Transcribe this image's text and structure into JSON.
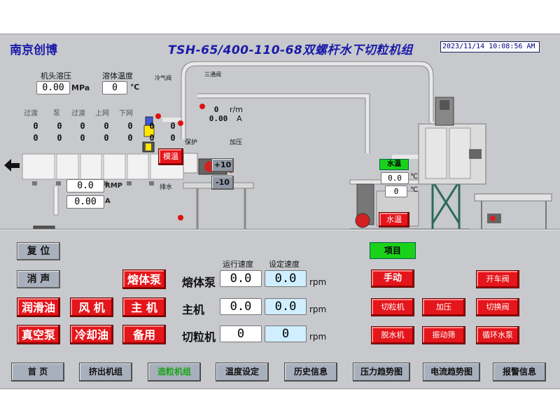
{
  "header": {
    "brand": "南京创博",
    "title": "TSH-65/400-110-68双螺杆水下切粒机组",
    "datetime": "2023/11/14 10:08:56 AM"
  },
  "top_readings": {
    "head_pressure_label": "机头溶压",
    "head_pressure_value": "0.00",
    "head_pressure_unit": "MPa",
    "melt_temp_label": "溶体温度",
    "melt_temp_value": "0",
    "melt_temp_unit": "℃"
  },
  "zones": {
    "headers": [
      "过渡",
      "泵",
      "过渡",
      "上网",
      "下网"
    ],
    "row1": [
      "0",
      "0",
      "0",
      "0",
      "0",
      "0",
      "0"
    ],
    "row2": [
      "0",
      "0",
      "0",
      "0",
      "0",
      "0",
      "0"
    ]
  },
  "small_labels": {
    "cold_air_valve": "冷气阀",
    "three_way_valve": "三通阀",
    "protect": "保护",
    "pressurize": "加压",
    "drain": "排水",
    "die_temp_btn": "模温"
  },
  "motor_readout": {
    "speed": "0",
    "speed_unit": "r/m",
    "current": "0.00",
    "current_unit": "A"
  },
  "adjust": {
    "plus": "+10",
    "minus": "-10"
  },
  "pump_motor": {
    "rpm_value": "0.0",
    "rpm_unit": "RMP",
    "amp_value": "0.00",
    "amp_unit": "A"
  },
  "water_temp": {
    "badge": "水温",
    "value1": "0.0",
    "value2": "0",
    "unit": "℃",
    "button": "水温"
  },
  "left_buttons": {
    "reset": "复 位",
    "mute": "消 声",
    "melt_pump": "熔体泵",
    "lube_oil": "润滑油",
    "fan": "风 机",
    "main_motor": "主 机",
    "vacuum_pump": "真空泵",
    "cooling_oil": "冷却油",
    "spare": "备用"
  },
  "speed_table": {
    "col_run": "运行速度",
    "col_set": "设定速度",
    "rows": [
      {
        "label": "熔体泵",
        "run": "0.0",
        "set": "0.0",
        "unit": "rpm"
      },
      {
        "label": "主机",
        "run": "0.0",
        "set": "0.0",
        "unit": "rpm"
      },
      {
        "label": "切粒机",
        "run": "0",
        "set": "0",
        "unit": "rpm"
      }
    ]
  },
  "project": {
    "label": "项目",
    "manual": "手动",
    "start_valve": "开车阀",
    "cutter": "切粒机",
    "pressurize": "加压",
    "switch_valve": "切换阀",
    "dewater": "脱水机",
    "vibrating_screen": "振动筛",
    "circ_pump": "循环水泵"
  },
  "nav": [
    "首 页",
    "挤出机组",
    "造粒机组",
    "温度设定",
    "历史信息",
    "压力趋势图",
    "电流趋势图",
    "报警信息"
  ],
  "colors": {
    "panel": "#c7c9cc",
    "red_button": "#e4161b",
    "green_button": "#1bd21b",
    "title_blue": "#1a1aa8"
  }
}
